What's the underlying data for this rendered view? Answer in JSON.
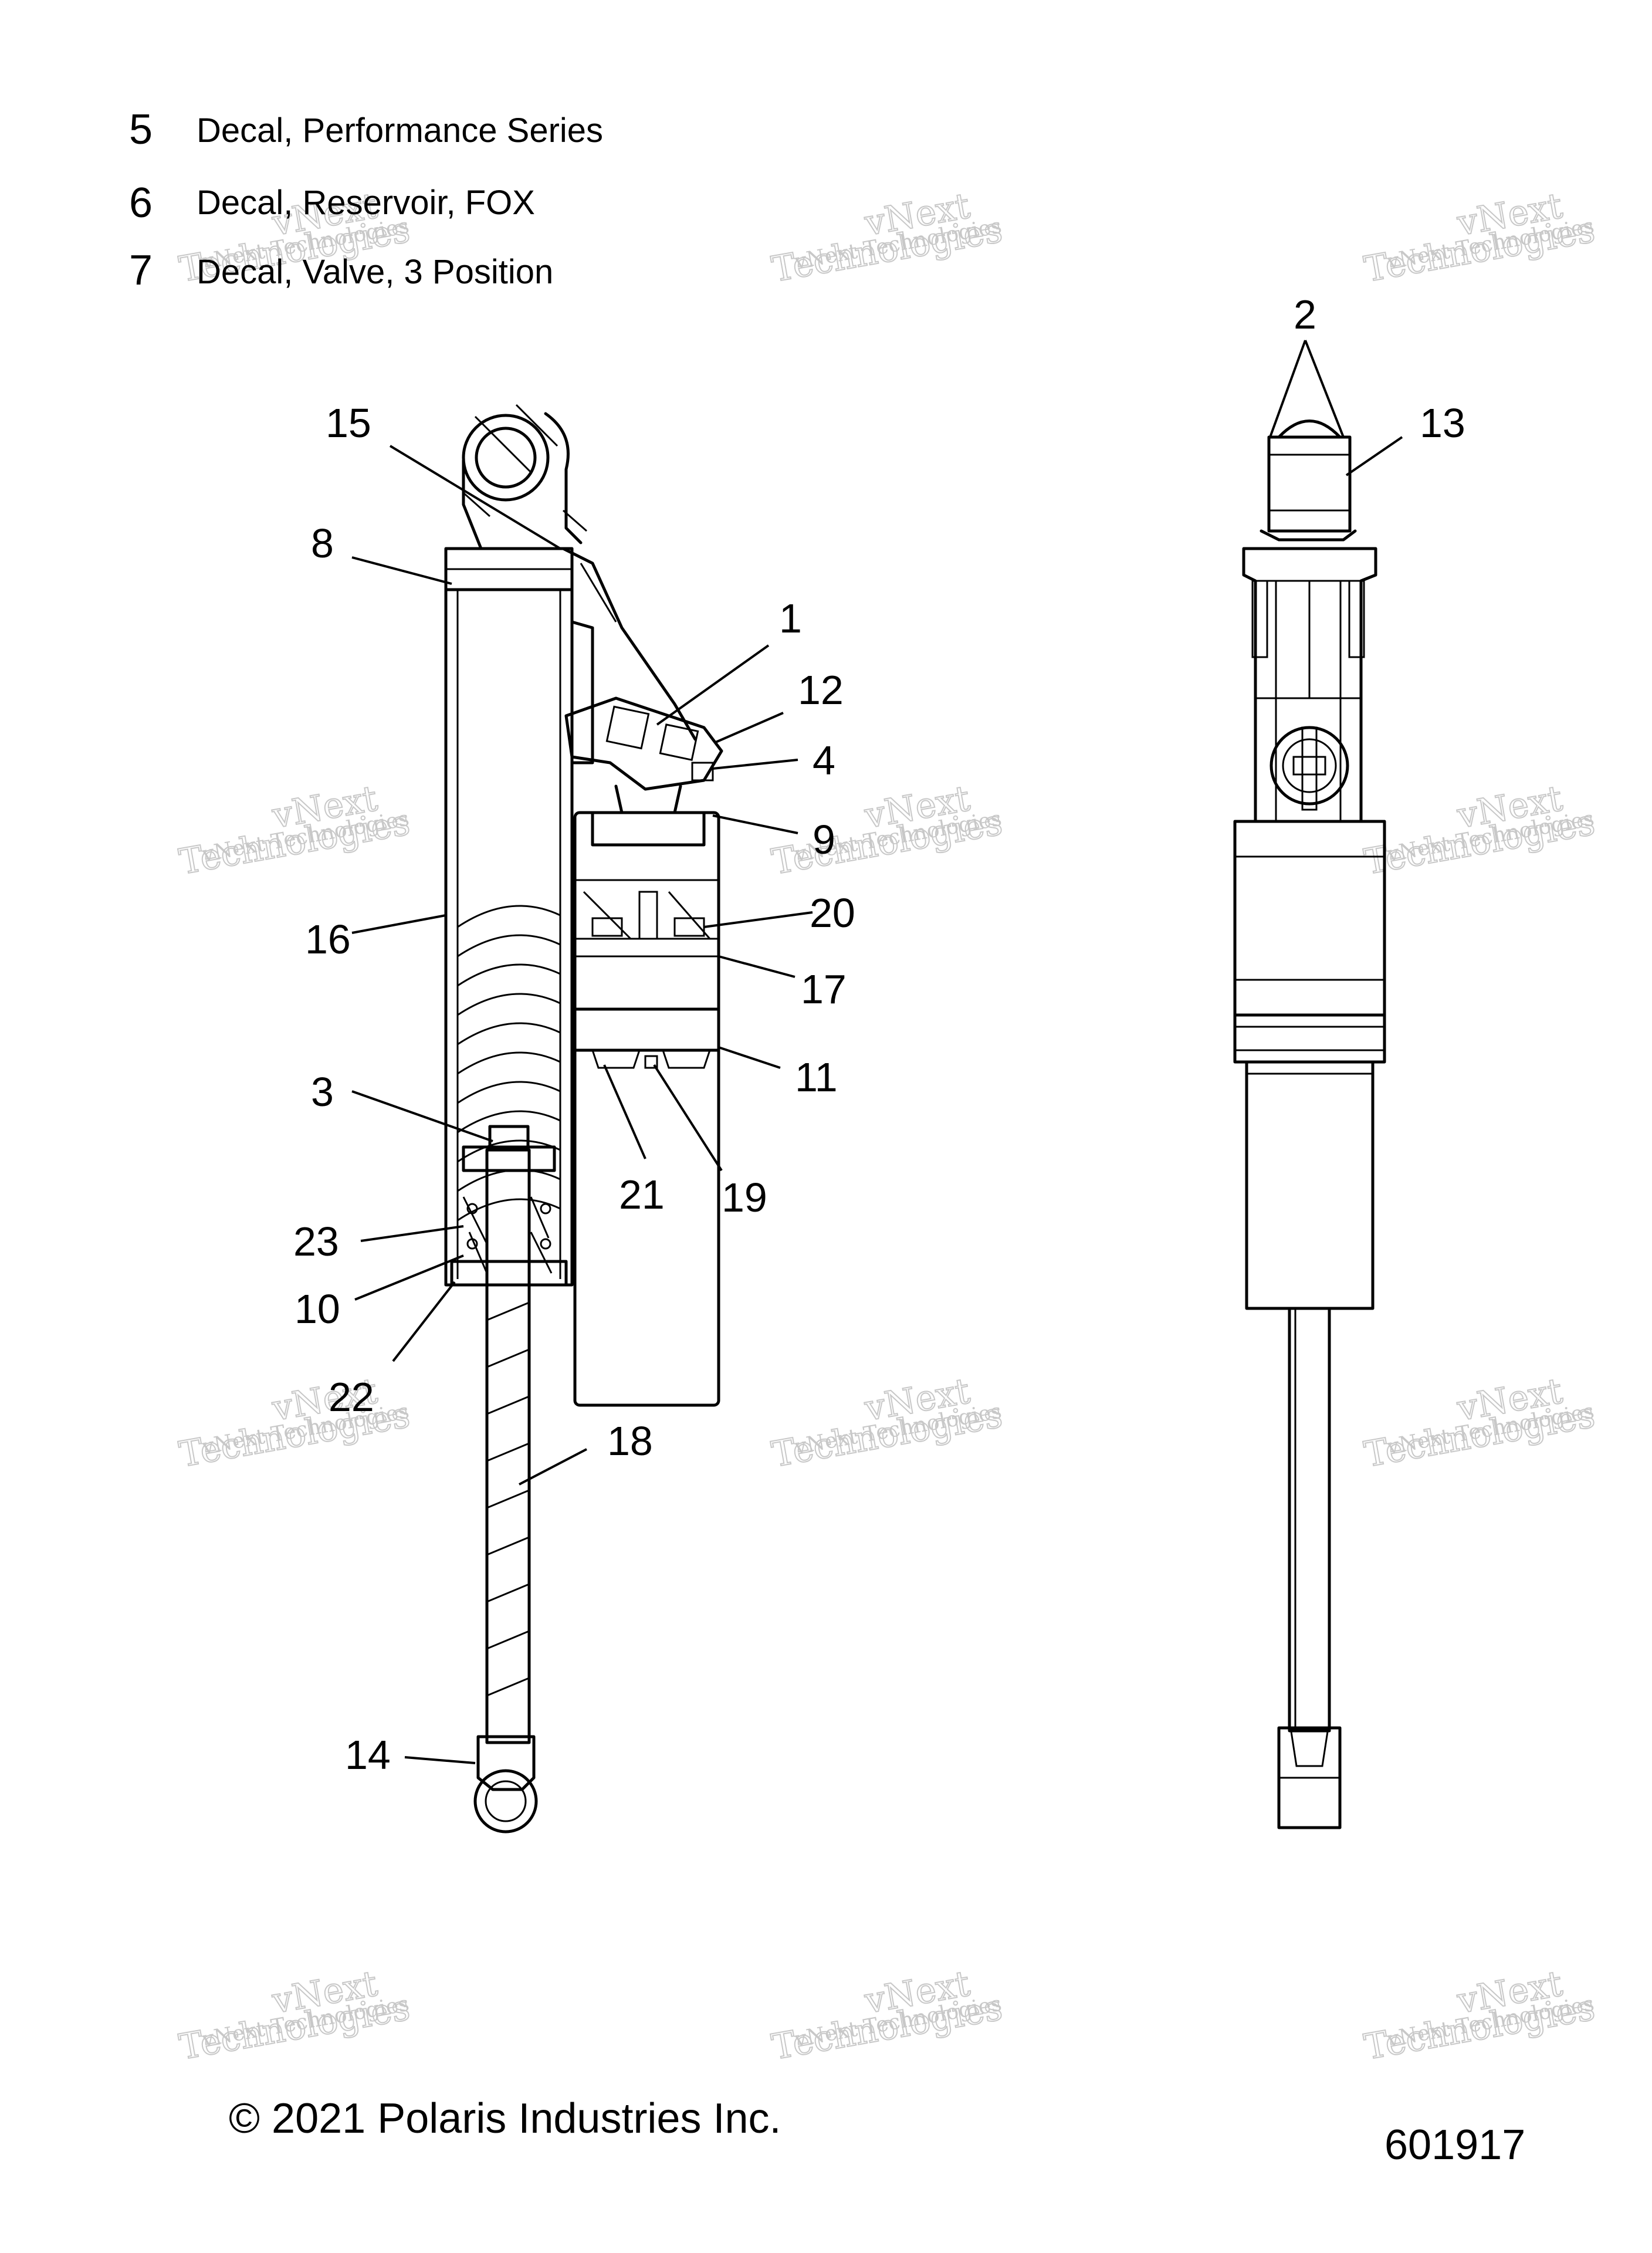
{
  "legend": [
    {
      "num": "5",
      "text": "Decal, Performance Series"
    },
    {
      "num": "6",
      "text": "Decal, Reservoir, FOX"
    },
    {
      "num": "7",
      "text": "Decal, Valve, 3 Position"
    }
  ],
  "callouts": {
    "c1": "1",
    "c2": "2",
    "c3": "3",
    "c4": "4",
    "c8": "8",
    "c9": "9",
    "c10": "10",
    "c11": "11",
    "c12": "12",
    "c13": "13",
    "c14": "14",
    "c15": "15",
    "c16": "16",
    "c17": "17",
    "c18": "18",
    "c19": "19",
    "c20": "20",
    "c21": "21",
    "c22": "22",
    "c23": "23"
  },
  "watermark": {
    "line1": "vNext Technologies",
    "line2": "Technologies",
    "accent": "vNext"
  },
  "footer": {
    "copyright": "© 2021 Polaris Industries Inc.",
    "diagram_id": "601917"
  }
}
